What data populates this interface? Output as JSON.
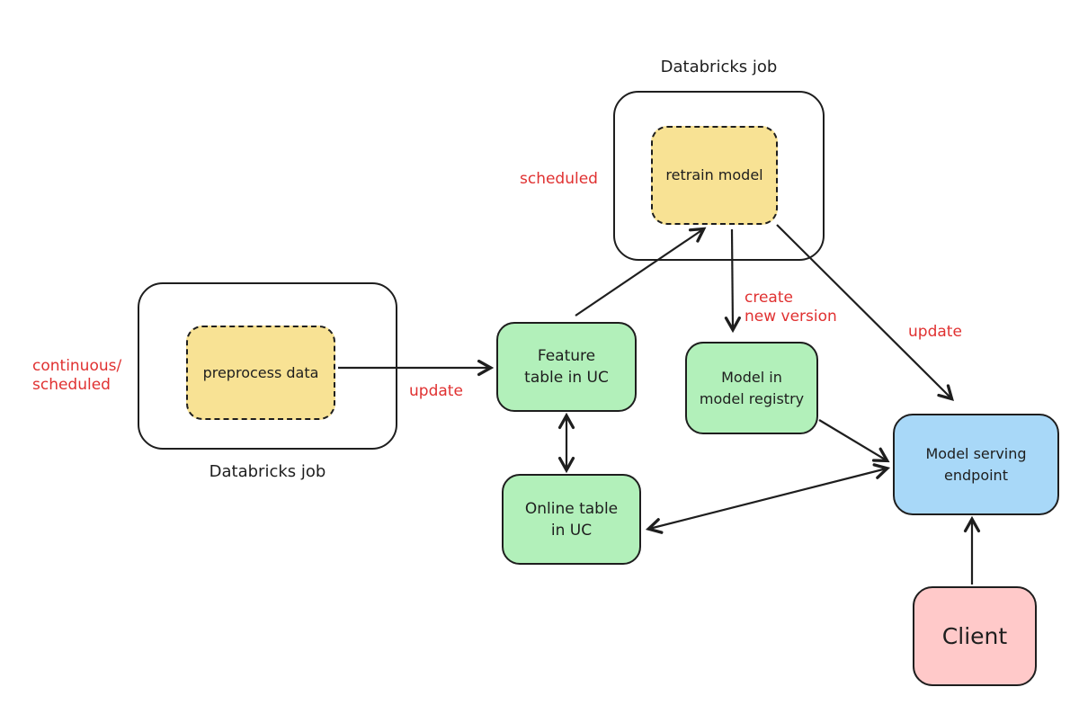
{
  "diagram": {
    "background": "#ffffff",
    "colors": {
      "stroke": "#1e1e1e",
      "annotation_red": "#e03131",
      "yellow_fill": "#f8e294",
      "green_fill": "#b2f0ba",
      "blue_fill": "#a8d8f8",
      "pink_fill": "#ffc9c9"
    },
    "containers": {
      "top_job": {
        "label": "Databricks job",
        "label_position": "top",
        "annotation": "scheduled"
      },
      "left_job": {
        "label": "Databricks job",
        "label_position": "bottom",
        "annotation_line1": "continuous/",
        "annotation_line2": "scheduled"
      }
    },
    "nodes": {
      "retrain_model": {
        "label": "retrain model",
        "fill": "#f8e294",
        "border": "dashed",
        "inside": "top_job"
      },
      "preprocess_data": {
        "label": "preprocess data",
        "fill": "#f8e294",
        "border": "dashed",
        "inside": "left_job"
      },
      "feature_table": {
        "line1": "Feature",
        "line2": "table in UC",
        "fill": "#b2f0ba",
        "border": "solid"
      },
      "online_table": {
        "line1": "Online table",
        "line2": "in UC",
        "fill": "#b2f0ba",
        "border": "solid"
      },
      "model_registry": {
        "line1": "Model in",
        "line2": "model registry",
        "fill": "#b2f0ba",
        "border": "solid"
      },
      "serving_endpoint": {
        "line1": "Model serving",
        "line2": "endpoint",
        "fill": "#a8d8f8",
        "border": "solid"
      },
      "client": {
        "label": "Client",
        "fill": "#ffc9c9",
        "border": "solid"
      }
    },
    "annotations": {
      "scheduled": {
        "text": "scheduled"
      },
      "continuous_scheduled": {
        "line1": "continuous/",
        "line2": "scheduled"
      }
    },
    "edges": {
      "preprocess_to_feature": {
        "from": "preprocess data",
        "to": "Feature table in UC",
        "arrow": "single",
        "label": "update"
      },
      "feature_to_retrain": {
        "from": "Feature table in UC",
        "to": "retrain model",
        "arrow": "single",
        "label": ""
      },
      "retrain_to_registry": {
        "from": "retrain model",
        "to": "Model in model registry",
        "arrow": "single",
        "label_line1": "create",
        "label_line2": "new version"
      },
      "retrain_to_endpoint": {
        "from": "retrain model",
        "to": "Model serving endpoint",
        "arrow": "single",
        "label": "update"
      },
      "registry_to_endpoint": {
        "from": "Model in model registry",
        "to": "Model serving endpoint",
        "arrow": "single",
        "label": ""
      },
      "feature_online_sync": {
        "from": "Feature table in UC",
        "to": "Online table in UC",
        "arrow": "double",
        "label": ""
      },
      "endpoint_online_sync": {
        "from": "Model serving endpoint",
        "to": "Online table in UC",
        "arrow": "double",
        "label": ""
      },
      "client_to_endpoint": {
        "from": "Client",
        "to": "Model serving endpoint",
        "arrow": "single",
        "label": ""
      }
    }
  }
}
